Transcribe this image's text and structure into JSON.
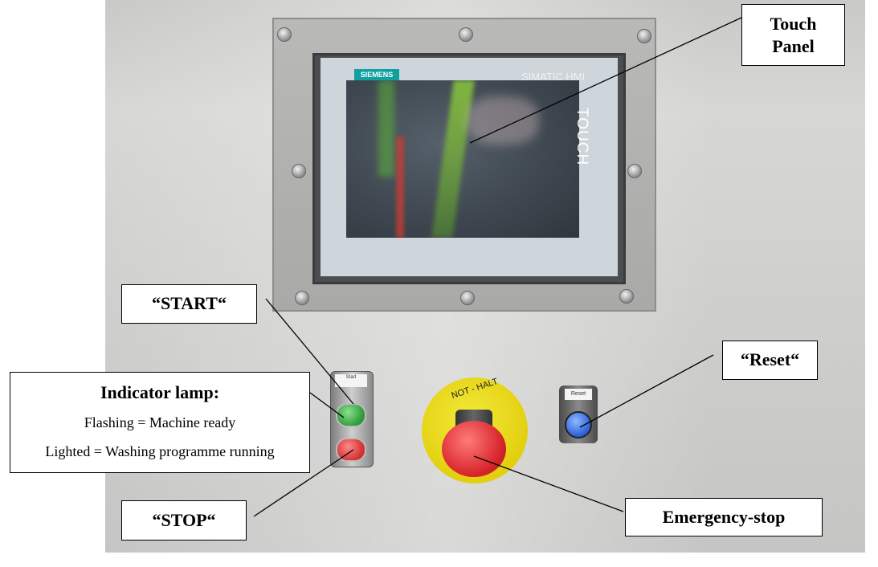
{
  "labels": {
    "touch_panel_line1": "Touch",
    "touch_panel_line2": "Panel",
    "start": "“START“",
    "reset": "“Reset“",
    "stop": "“STOP“",
    "emergency_stop": "Emergency-stop",
    "indicator_title": "Indicator lamp:",
    "indicator_flashing": "Flashing = Machine ready",
    "indicator_lighted": "Lighted = Washing programme running"
  },
  "photo": {
    "hmi_brand": "SIEMENS",
    "hmi_model": "SIMATIC HMI",
    "hmi_side_text": "TOUCH",
    "estop_ring_text": "NOT - HALT",
    "reset_tag_text": "Reset",
    "start_tag_text": "Start"
  },
  "colors": {
    "start_button": "#2f9a3a",
    "stop_button": "#d23030",
    "estop_ring": "#e3cf10",
    "estop_head": "#d8252a",
    "reset_button": "#2a5fd6",
    "siemens_brand": "#10a0a0"
  }
}
